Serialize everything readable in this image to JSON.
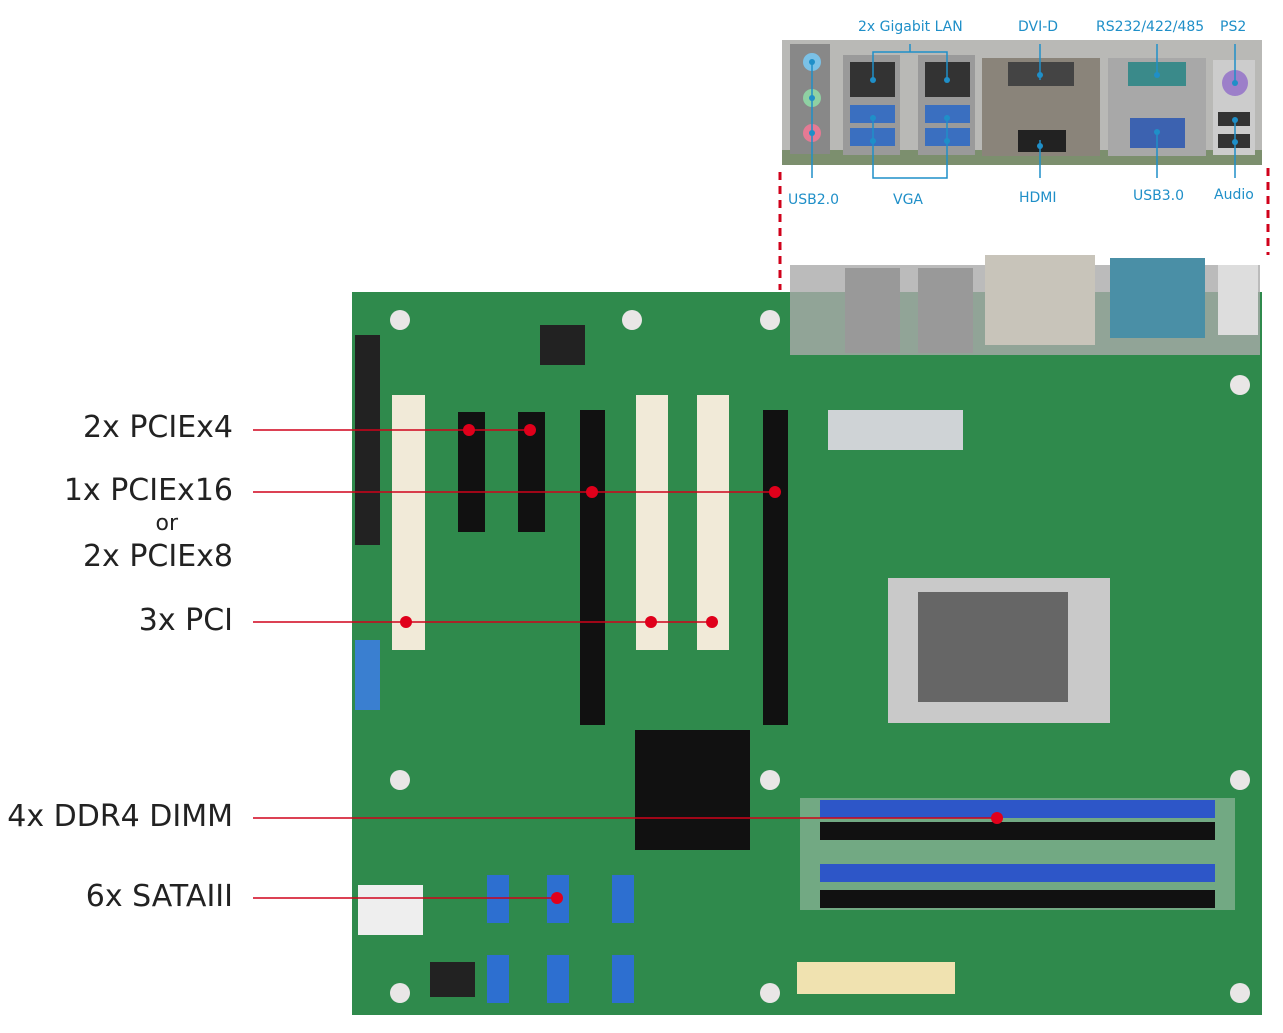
{
  "callouts_left": [
    {
      "label": "2x PCIEx4"
    },
    {
      "label_a": "1x PCIEx16",
      "label_or": "or",
      "label_b": "2x PCIEx8"
    },
    {
      "label": "3x PCI"
    },
    {
      "label": "4x DDR4 DIMM"
    },
    {
      "label": "6x SATAIII"
    }
  ],
  "io_labels_top": [
    "2x Gigabit LAN",
    "DVI-D",
    "RS232/422/485",
    "PS2"
  ],
  "io_labels_bottom": [
    "USB2.0",
    "VGA",
    "HDMI",
    "USB3.0",
    "Audio"
  ],
  "colors": {
    "callout": "#d0021b",
    "io_label": "#1f8fc8",
    "board": "#2f8a4c"
  }
}
